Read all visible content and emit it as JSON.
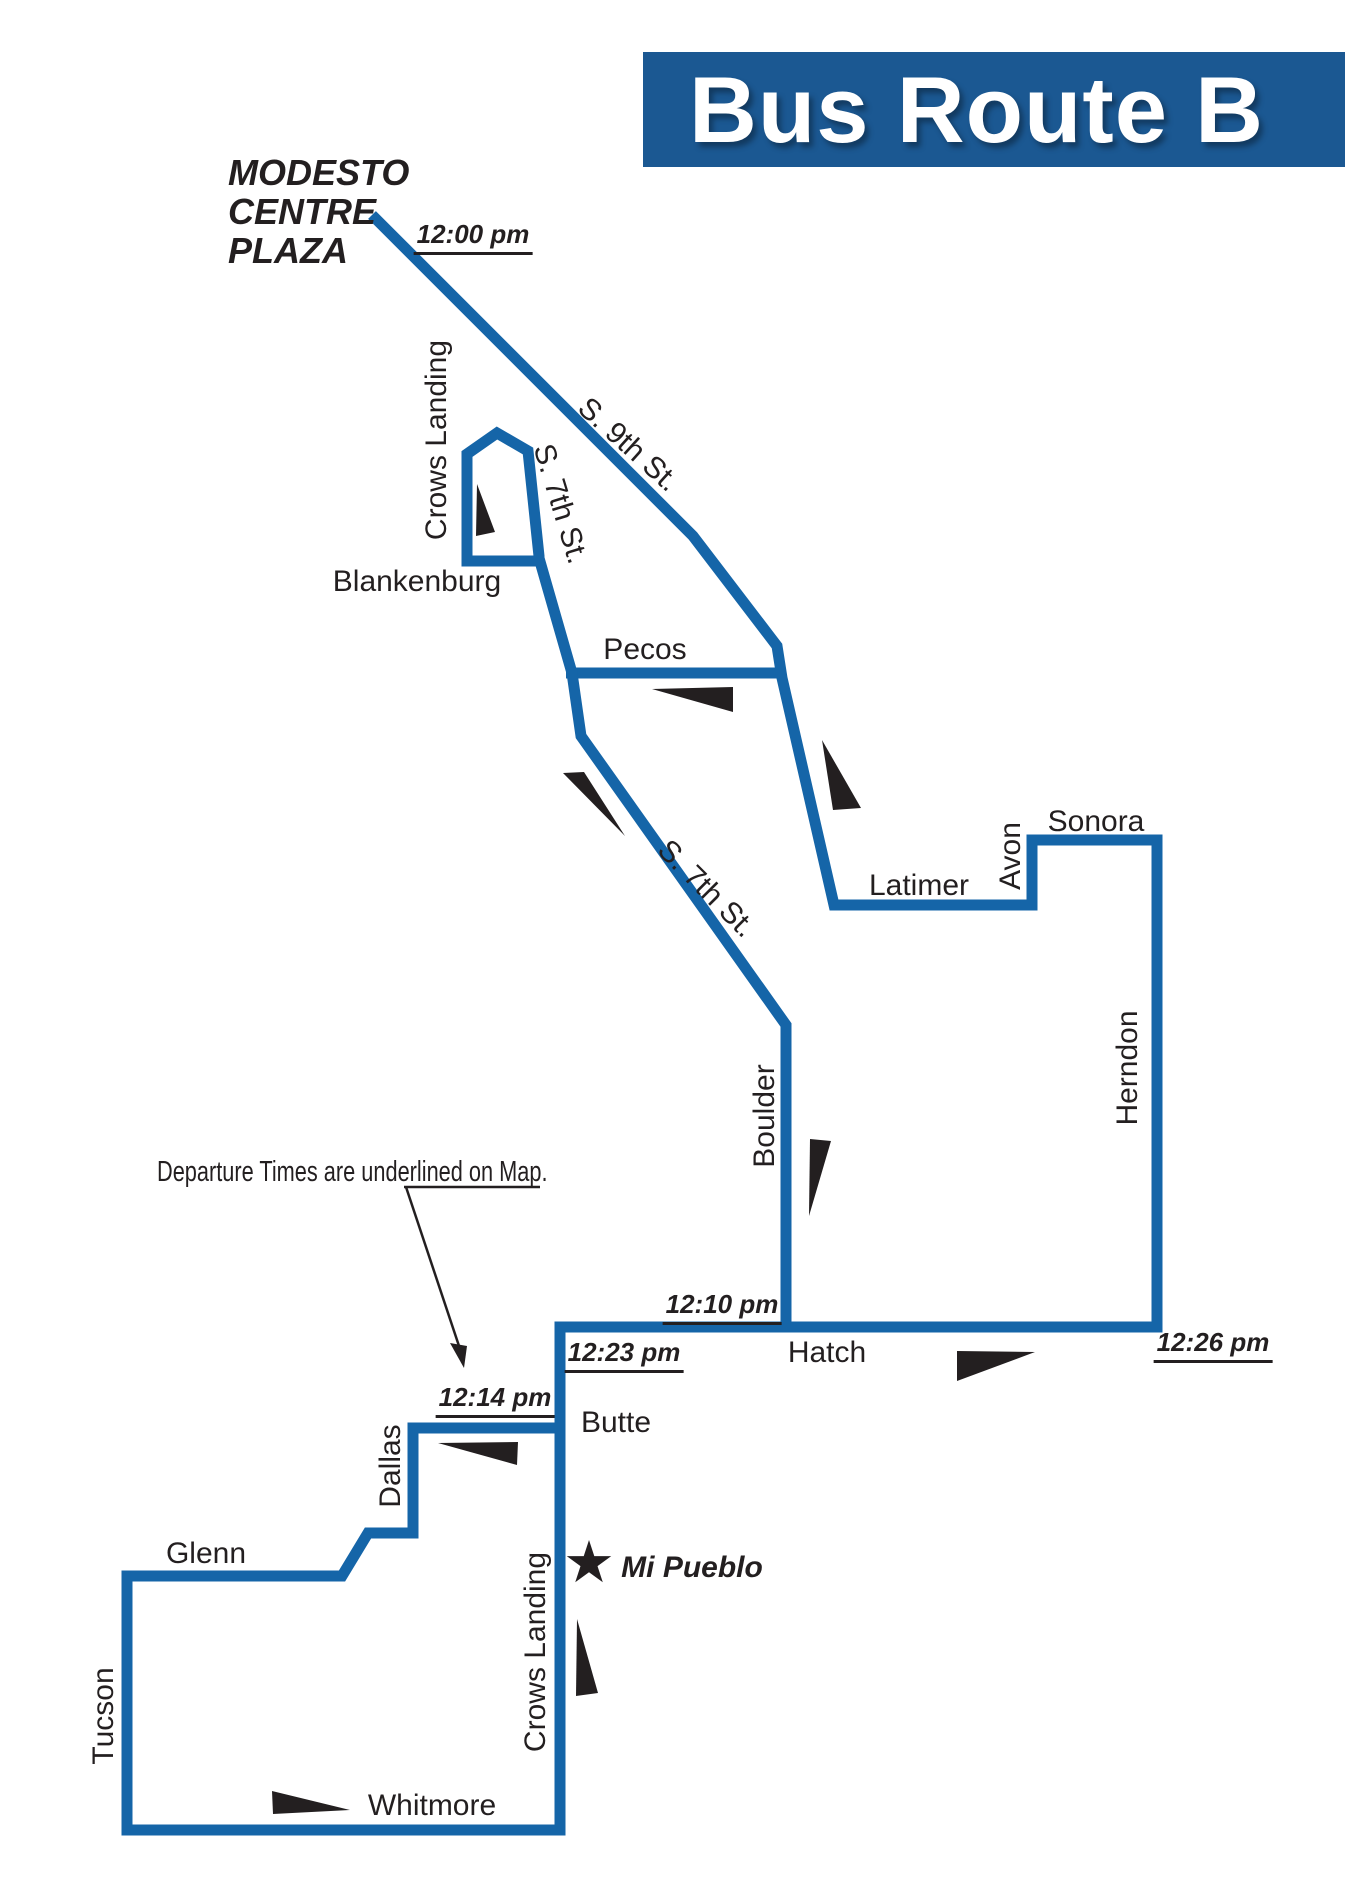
{
  "theme": {
    "route_blue": "#1565a8",
    "banner_blue": "#1b5892",
    "ink": "#231f20",
    "paper": "#ffffff"
  },
  "title": "Bus Route B",
  "note": "Departure Times are underlined on Map.",
  "terminal": "MODESTO\nCENTRE\nPLAZA",
  "poi": {
    "star_glyph": "★",
    "label": "Mi Pueblo"
  },
  "times": {
    "t1200": "12:00 pm",
    "t1210": "12:10 pm",
    "t1214": "12:14 pm",
    "t1223": "12:23 pm",
    "t1226": "12:26 pm"
  },
  "streets": {
    "crows_landing_top": "Crows Landing",
    "s9th": "S. 9th St.",
    "s7th_upper": "S. 7th St.",
    "blankenburg": "Blankenburg",
    "pecos": "Pecos",
    "s7th_lower": "S. 7th St.",
    "latimer": "Latimer",
    "avon": "Avon",
    "sonora": "Sonora",
    "herndon": "Herndon",
    "boulder": "Boulder",
    "hatch": "Hatch",
    "butte": "Butte",
    "dallas": "Dallas",
    "glenn": "Glenn",
    "tucson": "Tucson",
    "crows_landing_bottom": "Crows Landing",
    "whitmore": "Whitmore"
  }
}
